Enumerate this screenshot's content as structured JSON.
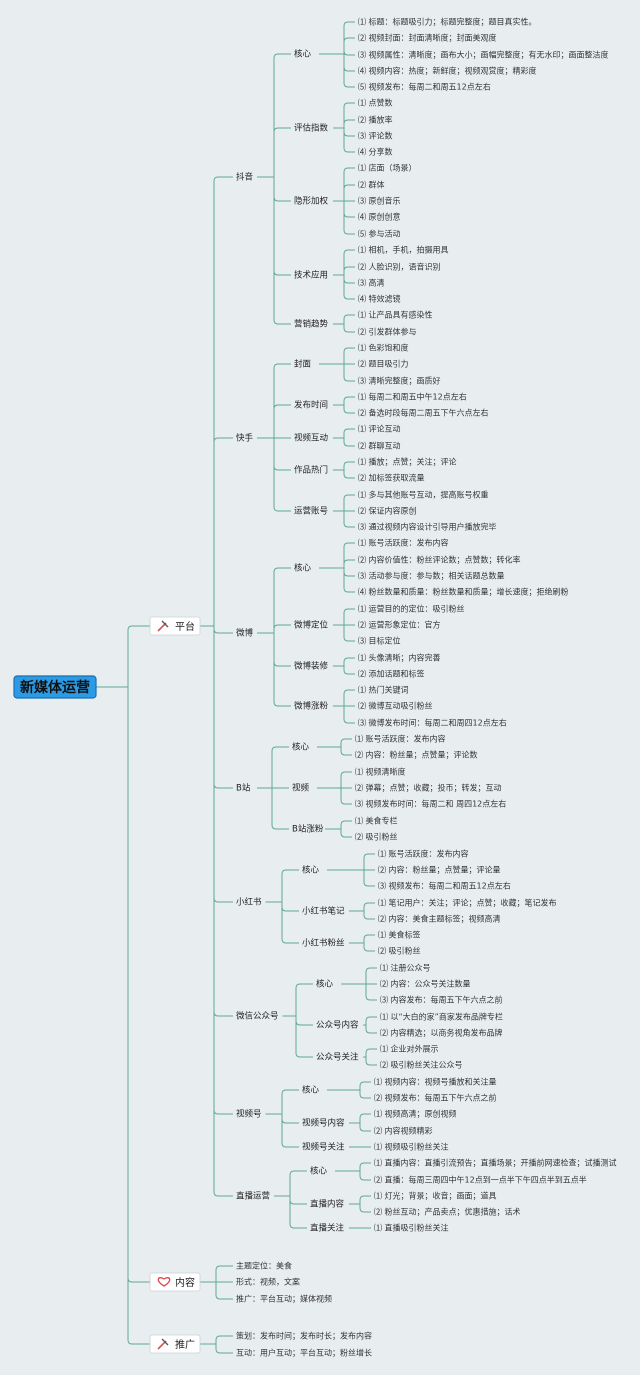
{
  "root": "新媒体运营",
  "colors": {
    "line": "#5fa894",
    "root_bg": "#2c9be6",
    "root_border": "#1a6fb0",
    "background": "#e8eef0",
    "heart": "#e0454b",
    "tool": "#d9534f"
  },
  "categories": [
    {
      "label": "平台",
      "icon": "tool-icon",
      "children": [
        {
          "label": "抖音",
          "children": [
            {
              "label": "核心",
              "children": [
                "⑴ 标题：标题吸引力；标题完整度；题目真实性。",
                "⑵ 视频封面：封面清晰度；封面美观度",
                "⑶ 视频属性：清晰度；画布大小；画幅完整度；有无水印；画面整洁度",
                "⑷ 视频内容：热度；新鲜度；视频观赏度；精彩度",
                "⑸ 视频发布：每周二和周五12点左右"
              ]
            },
            {
              "label": "评估指数",
              "children": [
                "⑴ 点赞数",
                "⑵ 播放率",
                "⑶ 评论数",
                "⑷ 分享数"
              ]
            },
            {
              "label": "隐形加权",
              "children": [
                "⑴ 店面（场景）",
                "⑵ 群体",
                "⑶ 原创音乐",
                "⑷ 原创创意",
                "⑸ 参与活动"
              ]
            },
            {
              "label": "技术应用",
              "children": [
                "⑴ 相机，手机，拍摄用具",
                "⑵ 人脸识别，语音识别",
                "⑶ 高清",
                "⑷ 特效滤镜"
              ]
            },
            {
              "label": "营销趋势",
              "children": [
                "⑴ 让产品具有感染性",
                "⑵ 引发群体参与"
              ]
            }
          ]
        },
        {
          "label": "快手",
          "children": [
            {
              "label": "封面",
              "children": [
                "⑴ 色彩饱和度",
                "⑵ 题目吸引力",
                "⑶ 清晰完整度；画质好"
              ]
            },
            {
              "label": "发布时间",
              "children": [
                "⑴ 每周二和周五中午12点左右",
                "⑵ 备选时段每周二周五下午六点左右"
              ]
            },
            {
              "label": "视频互动",
              "children": [
                "⑴ 评论互动",
                "⑵ 群聊互动"
              ]
            },
            {
              "label": "作品热门",
              "children": [
                "⑴ 播放；点赞；关注；评论",
                "⑵ 加标签获取流量"
              ]
            },
            {
              "label": "运营账号",
              "children": [
                "⑴ 多与其他账号互动，提高账号权重",
                "⑵ 保证内容原创",
                "⑶ 通过视频内容设计引导用户播放完毕"
              ]
            }
          ]
        },
        {
          "label": "微博",
          "children": [
            {
              "label": "核心",
              "children": [
                "⑴ 账号活跃度：发布内容",
                "⑵ 内容价值性：粉丝评论数；点赞数；转化率",
                "⑶ 活动参与度：参与数；相关话题总数量",
                "⑷ 粉丝数量和质量：粉丝数量和质量；增长速度；拒绝刷粉"
              ]
            },
            {
              "label": "微博定位",
              "children": [
                "⑴ 运营目的的定位：吸引粉丝",
                "⑵ 运营形象定位：官方",
                "⑶ 目标定位"
              ]
            },
            {
              "label": "微博装修",
              "children": [
                "⑴ 头像清晰；内容完善",
                "⑵ 添加话题和标签"
              ]
            },
            {
              "label": "微博涨粉",
              "children": [
                "⑴ 热门关键词",
                "⑵ 微博互动吸引粉丝",
                "⑶ 微博发布时间：每周二和周四12点左右"
              ]
            }
          ]
        },
        {
          "label": "B站",
          "children": [
            {
              "label": "核心",
              "children": [
                "⑴ 账号活跃度：发布内容",
                "⑵ 内容：粉丝量；点赞量；评论数"
              ]
            },
            {
              "label": "视频",
              "children": [
                "⑴ 视频清晰度",
                "⑵ 弹幕；点赞；收藏；投币；转发；互动",
                "⑶ 视频发布时间：每周二和 周四12点左右"
              ]
            },
            {
              "label": "B站涨粉",
              "children": [
                "⑴ 美食专栏",
                "⑵ 吸引粉丝"
              ]
            }
          ]
        },
        {
          "label": "小红书",
          "children": [
            {
              "label": "核心",
              "children": [
                "⑴ 账号活跃度：发布内容",
                "⑵ 内容：粉丝量；点赞量；评论量",
                "⑶ 视频发布：每周二和周五12点左右"
              ]
            },
            {
              "label": "小红书笔记",
              "children": [
                "⑴ 笔记用户：关注；评论；点赞；收藏；笔记发布",
                "⑵ 内容：美食主题标签；视频高清"
              ]
            },
            {
              "label": "小红书粉丝",
              "children": [
                "⑴ 美食标签",
                "⑵ 吸引粉丝"
              ]
            }
          ]
        },
        {
          "label": "微信公众号",
          "children": [
            {
              "label": "核心",
              "children": [
                "⑴ 注册公众号",
                "⑵ 内容：公众号关注数量",
                "⑶ 内容发布：每周五下午六点之前"
              ]
            },
            {
              "label": "公众号内容",
              "children": [
                "⑴ 以“大白的家”商家发布品牌专栏",
                "⑵ 内容精选；以商务视角发布品牌"
              ]
            },
            {
              "label": "公众号关注",
              "children": [
                "⑴ 企业对外展示",
                "⑵ 吸引粉丝关注公众号"
              ]
            }
          ]
        },
        {
          "label": "视频号",
          "children": [
            {
              "label": "核心",
              "children": [
                "⑴ 视频内容：视频号播放和关注量",
                "⑵ 视频发布：每周五下午六点之前"
              ]
            },
            {
              "label": "视频号内容",
              "children": [
                "⑴ 视频高清；原创视频",
                "⑵ 内容视频精彩"
              ]
            },
            {
              "label": "视频号关注",
              "children": [
                "⑴ 视频吸引粉丝关注"
              ]
            }
          ]
        },
        {
          "label": "直播运营",
          "children": [
            {
              "label": "核心",
              "children": [
                "⑴ 直播内容：直播引流预告；直播场景；开播前网速检查；试播测试",
                "⑵ 直播：每周三周四中午12点到一点半下午四点半到五点半"
              ]
            },
            {
              "label": "直播内容",
              "children": [
                "⑴ 灯光；背景；收音；画面；道具",
                "⑵ 粉丝互动；产品卖点；优惠措施；话术"
              ]
            },
            {
              "label": "直播关注",
              "children": [
                "⑴ 直播吸引粉丝关注"
              ]
            }
          ]
        }
      ]
    },
    {
      "label": "内容",
      "icon": "heart-icon",
      "children": [
        {
          "label": "主题定位：美食"
        },
        {
          "label": "形式：视频，文案"
        },
        {
          "label": "推广：平台互动；媒体视频"
        }
      ]
    },
    {
      "label": "推广",
      "icon": "tool-icon",
      "children": [
        {
          "label": "策划：发布时间；发布时长；发布内容"
        },
        {
          "label": "互动：用户互动；平台互动；粉丝增长"
        }
      ]
    }
  ]
}
